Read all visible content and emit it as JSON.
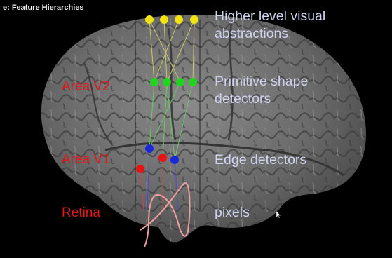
{
  "slide": {
    "title": "e: Feature Hierarchies",
    "levels": [
      {
        "area_label": "",
        "description_lines": [
          "Higher level visual",
          "abstractions"
        ]
      },
      {
        "area_label": "Area V2",
        "description_lines": [
          "Primitive shape",
          "detectors"
        ]
      },
      {
        "area_label": "Area V1",
        "description_lines": [
          "Edge detectors"
        ]
      },
      {
        "area_label": "Retina",
        "description_lines": [
          "pixels"
        ]
      }
    ]
  },
  "colors": {
    "background": "#000000",
    "brain": "#6e6e6e",
    "area_label": "#e01818",
    "description_text": "#cfd2ee",
    "node_top": "#f2e20f",
    "node_v2": "#1ed61e",
    "node_v1_blue": "#1a28d8",
    "node_v1_red": "#e61414",
    "signal": "#f0a0a0"
  },
  "icons": [
    "mouse-pointer-icon"
  ]
}
